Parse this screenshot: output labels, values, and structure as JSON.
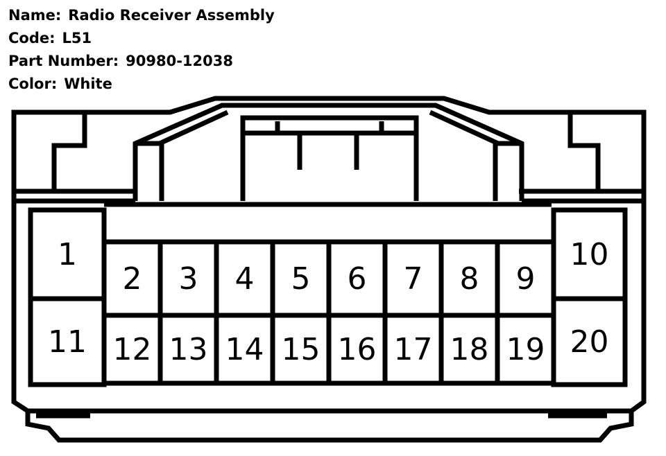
{
  "info": {
    "name_label": "Name:",
    "name_value": "Radio Receiver Assembly",
    "code_label": "Code:",
    "code_value": "L51",
    "part_label": "Part Number:",
    "part_value": "90980-12038",
    "color_label": "Color:",
    "color_value": "White"
  },
  "pins": [
    "1",
    "2",
    "3",
    "4",
    "5",
    "6",
    "7",
    "8",
    "9",
    "10",
    "11",
    "12",
    "13",
    "14",
    "15",
    "16",
    "17",
    "18",
    "19",
    "20"
  ]
}
